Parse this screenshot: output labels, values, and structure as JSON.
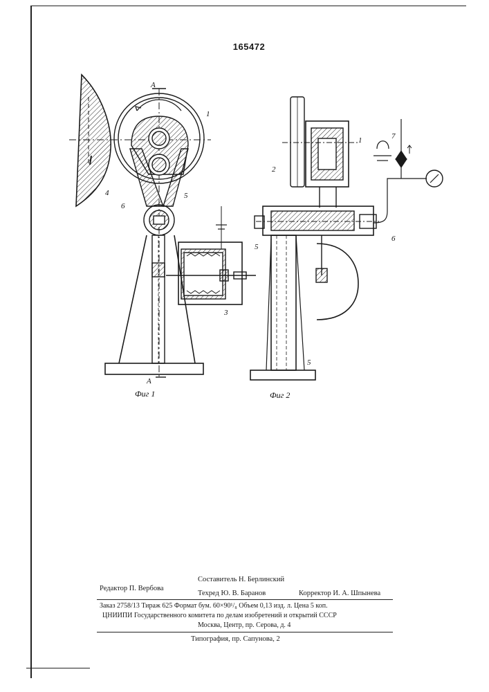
{
  "patent_number": "165472",
  "figure_captions": {
    "fig1": "Фиг 1",
    "fig2": "Фиг 2"
  },
  "labels": {
    "section_a": "А",
    "one": "1",
    "two": "2",
    "three": "3",
    "four": "4",
    "five": "5",
    "six": "6",
    "seven": "7"
  },
  "imprint": {
    "compiler": "Составитель Н. Берлинский",
    "editor": "Редактор П. Вербова",
    "techred": "Техред Ю. В. Баранов",
    "corrector": "Корректор И. А. Шпынева",
    "order_line": "Заказ 2758/13 Тираж 625 Формат бум. 60×90¹/₈ Объем 0,13 изд. л. Цена 5 коп.",
    "org_line": "ЦНИИПИ Государственного комитета по делам изобретений и открытий СССР",
    "address_line": "Москва, Центр, пр. Серова, д. 4",
    "printer_line": "Типография, пр. Сапунова, 2"
  }
}
